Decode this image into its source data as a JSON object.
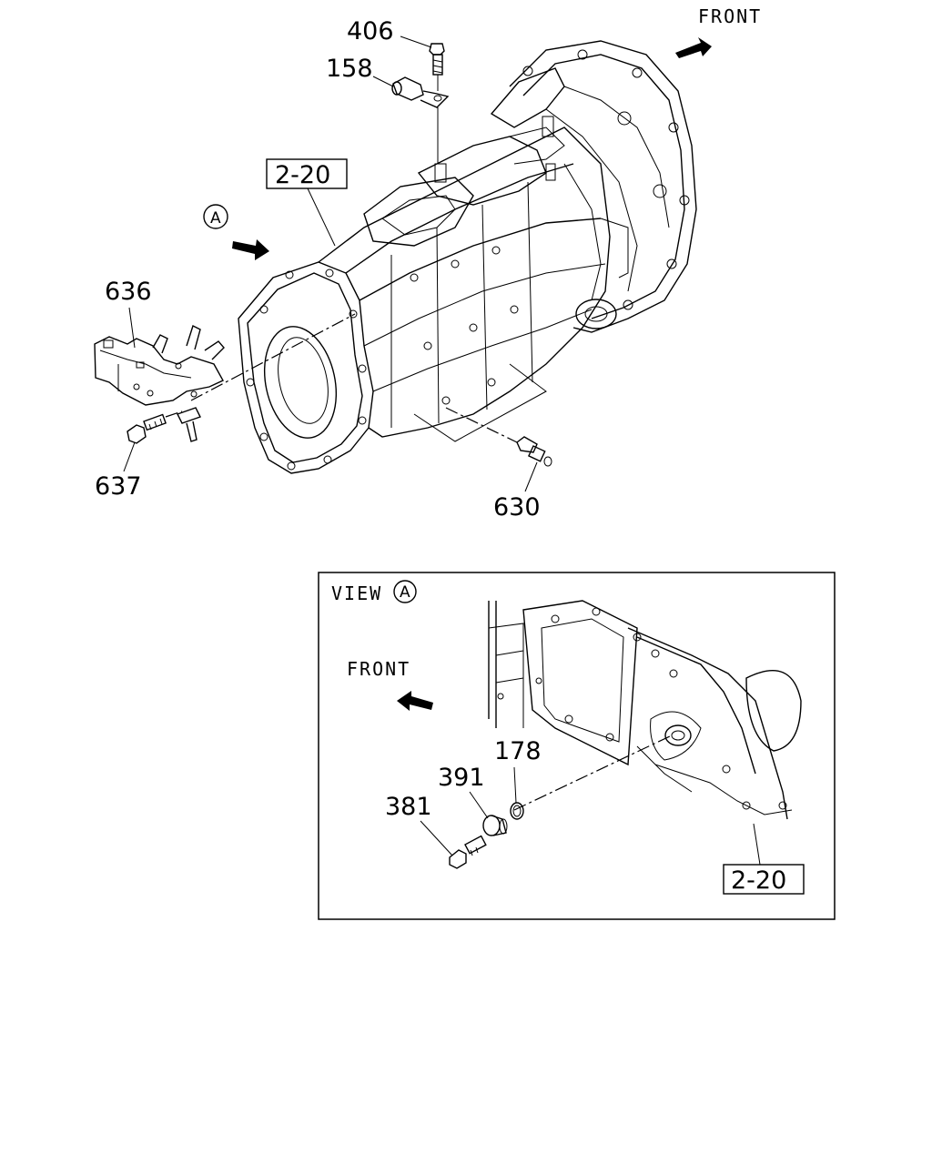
{
  "main_view": {
    "front_label": "FRONT",
    "view_marker": "A",
    "ref_box": "2-20",
    "parts": [
      {
        "number": "406"
      },
      {
        "number": "158"
      },
      {
        "number": "636"
      },
      {
        "number": "637"
      },
      {
        "number": "630"
      }
    ]
  },
  "detail_view": {
    "title": "VIEW",
    "view_marker": "A",
    "front_label": "FRONT",
    "ref_box": "2-20",
    "parts": [
      {
        "number": "178"
      },
      {
        "number": "391"
      },
      {
        "number": "381"
      }
    ]
  }
}
